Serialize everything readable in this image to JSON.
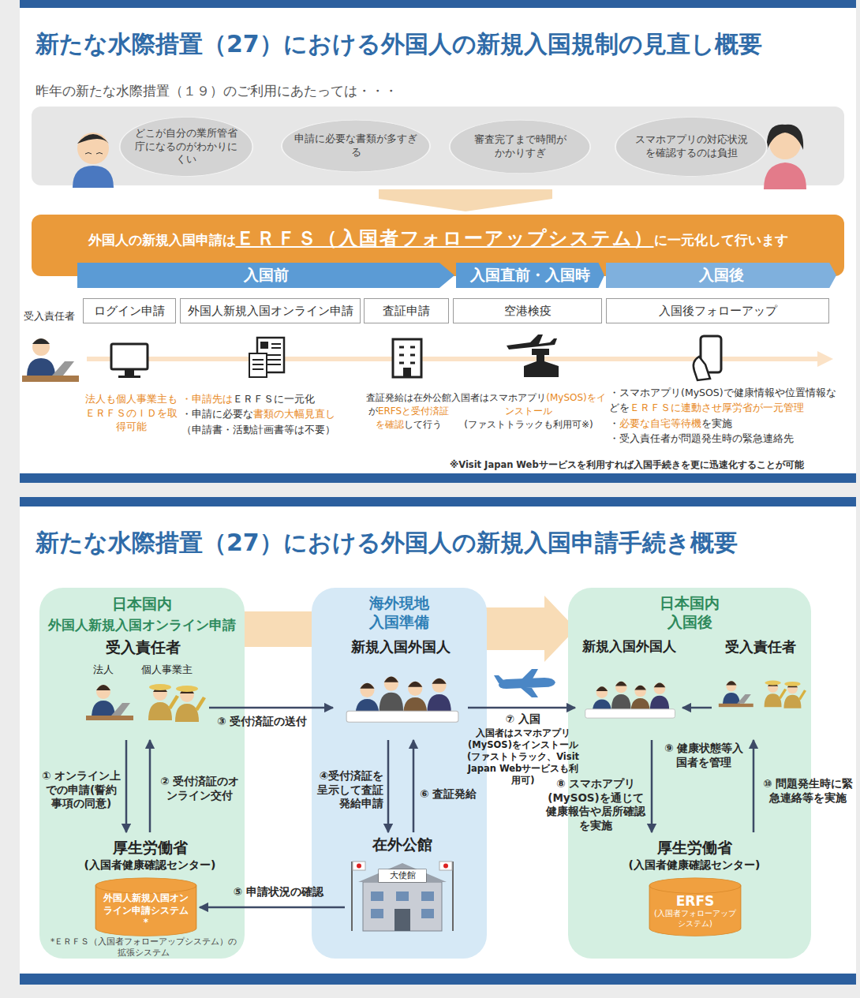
{
  "diagram": {
    "title": "新たな水際措置（27）における外国人の新規入国規制の見直し概要",
    "nodes": [
      {
        "text": [
          "どこが自分の業所管省庁になるのがわかりにくい"
        ]
      },
      {
        "text": [
          "申請に必要な書類が多すぎる"
        ]
      },
      {
        "text": [
          "審査完了まで時間がかかりすぎ"
        ]
      },
      {
        "text": [
          "スマホアプリの対応状況を確認するのは負担"
        ]
      },
      {
        "text": [
          "外国人の新規入国申請は",
          "ＥＲＦＳ（入国者フォローアップシステム）",
          "に一元化して行います"
        ]
      },
      {
        "text": [
          "入国前"
        ]
      },
      {
        "text": [
          "入国直前・入国時"
        ]
      },
      {
        "text": [
          "入国後"
        ]
      },
      {
        "text": [
          "ログイン申請"
        ]
      },
      {
        "text": [
          "外国人新規入国オンライン申請"
        ]
      },
      {
        "text": [
          "査証申請"
        ]
      },
      {
        "text": [
          "空港検疫"
        ]
      },
      {
        "text": [
          "入国後フォローアップ"
        ]
      },
      {
        "text": [
          "日本国内",
          "外国人新規入国オンライン申請"
        ]
      },
      {
        "text": [
          "受入責任者",
          "法人",
          "個人事業主"
        ],
        "in": 13
      },
      {
        "text": [
          "厚生労働省",
          "(入国者健康確認センター)"
        ],
        "in": 13
      },
      {
        "text": [
          "外国人新規入国オンライン申請システム*"
        ],
        "in": 13
      },
      {
        "text": [
          "海外現地 入国準備"
        ]
      },
      {
        "text": [
          "新規入国外国人"
        ],
        "in": 17
      },
      {
        "text": [
          "在外公館"
        ],
        "in": 17
      },
      {
        "text": [
          "日本国内 入国後"
        ]
      },
      {
        "text": [
          "新規入国外国人"
        ],
        "in": 20
      },
      {
        "text": [
          "受入責任者"
        ],
        "in": 20
      },
      {
        "text": [
          "厚生労働省",
          "(入国者健康確認センター)"
        ],
        "in": 20
      },
      {
        "text": [
          "ERFS",
          "(入国者フォローアップシステム)"
        ],
        "in": 20
      }
    ],
    "edges": [
      {
        "from": 14,
        "to": 15,
        "label": "① オンライン上での申請(誓約事項の同意)",
        "arrow": "to"
      },
      {
        "from": 15,
        "to": 14,
        "label": "② 受付済証のオンライン交付",
        "arrow": "to"
      },
      {
        "from": 14,
        "to": 18,
        "label": "③ 受付済証の送付",
        "arrow": "to"
      },
      {
        "from": 18,
        "to": 19,
        "label": "④受付済証を呈示して査証発給申請",
        "arrow": "to"
      },
      {
        "from": 19,
        "to": 18,
        "label": "⑥ 査証発給",
        "arrow": "to"
      },
      {
        "from": 19,
        "to": 16,
        "label": "⑤ 申請状況の確認",
        "arrow": "to"
      },
      {
        "from": 18,
        "to": 21,
        "label": "⑦ 入国",
        "arrow": "to"
      },
      {
        "from": 21,
        "to": 23,
        "label": "⑧ スマホアプリ(MySOS)を通じて健康報告や居所確認を実施",
        "arrow": "to"
      },
      {
        "from": 22,
        "to": 21,
        "label": "⑨ 健康状態等入国者を管理",
        "arrow": "to"
      },
      {
        "from": 23,
        "to": 22,
        "label": "⑩ 問題発生時に緊急連絡等を実施",
        "arrow": "to"
      }
    ],
    "labels": [
      "昨年の新たな水際措置（１９）のご利用にあたっては・・・",
      "受入責任者",
      "法人も個人事業主もＥＲＦＳのＩＤを取得可能",
      "・申請先は",
      "ＥＲＦＳに一元化",
      "・申請に必要な",
      "書類の大幅見直し",
      "（申請書・活動計画書等は不要）",
      "査証発給は在外公館が",
      "ERFSと受付済証を確認",
      "して行う",
      "入国者はスマホアプリ",
      "(MySOS)をインストール",
      "(ファストトラックも利用可※)",
      "・スマホアプリ(MySOS)で健康情報や位置情報などを",
      "ＥＲＦＳに連動させ厚労省が一元管理",
      "・",
      "必要な自宅等待機",
      "を実施",
      "・受入責任者が問題発生時の緊急連絡先",
      "※Visit Japan Webサービスを利用すれば入国手続きを更に迅速化することが可能",
      "新たな水際措置（27）における外国人の新規入国申請手続き概要",
      "*ＥＲＦＳ（入国者フォローアップシステム）の拡張システム",
      "大使館",
      "入国者はスマホアプリ(MySOS)をインストール",
      "(ファストトラック、Visit Japan Webサービスも利用可)"
    ]
  }
}
